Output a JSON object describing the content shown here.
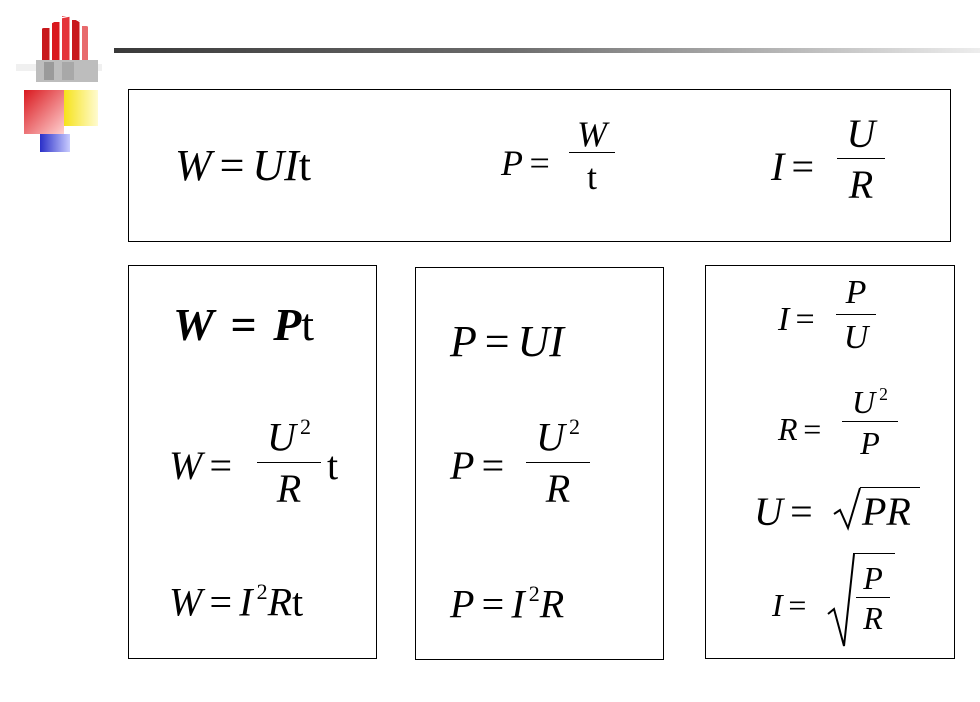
{
  "top": {
    "f1": {
      "lhs": "W",
      "rel": "=",
      "rhs_a": "UI",
      "rhs_b": "t"
    },
    "f2": {
      "lhs": "P",
      "rel": "=",
      "num": "W",
      "den": "t"
    },
    "f3": {
      "lhs": "I",
      "rel": "=",
      "num": "U",
      "den": "R"
    }
  },
  "work": {
    "f1": {
      "lhs": "W",
      "rel": "=",
      "a": "P",
      "b": "t"
    },
    "f2": {
      "lhs": "W",
      "rel": "=",
      "num": "U",
      "exp": "2",
      "den": "R",
      "tail": "t"
    },
    "f3": {
      "lhs": "W",
      "rel": "=",
      "a": "I",
      "exp": "2",
      "b": "R",
      "tail": "t"
    }
  },
  "power": {
    "f1": {
      "lhs": "P",
      "rel": "=",
      "rhs": "UI"
    },
    "f2": {
      "lhs": "P",
      "rel": "=",
      "num": "U",
      "exp": "2",
      "den": "R"
    },
    "f3": {
      "lhs": "P",
      "rel": "=",
      "a": "I",
      "exp": "2",
      "b": "R"
    }
  },
  "derived": {
    "f1": {
      "lhs": "I",
      "rel": "=",
      "num": "P",
      "den": "U"
    },
    "f2": {
      "lhs": "R",
      "rel": "=",
      "num": "U",
      "exp": "2",
      "den": "P"
    },
    "f3": {
      "lhs": "U",
      "rel": "=",
      "radicand": "PR"
    },
    "f4": {
      "lhs": "I",
      "rel": "=",
      "num": "P",
      "den": "R"
    }
  },
  "colors": {
    "logo_red": "#d9181e",
    "logo_yellow": "#f6e21a",
    "logo_blue": "#2a2fc8"
  }
}
